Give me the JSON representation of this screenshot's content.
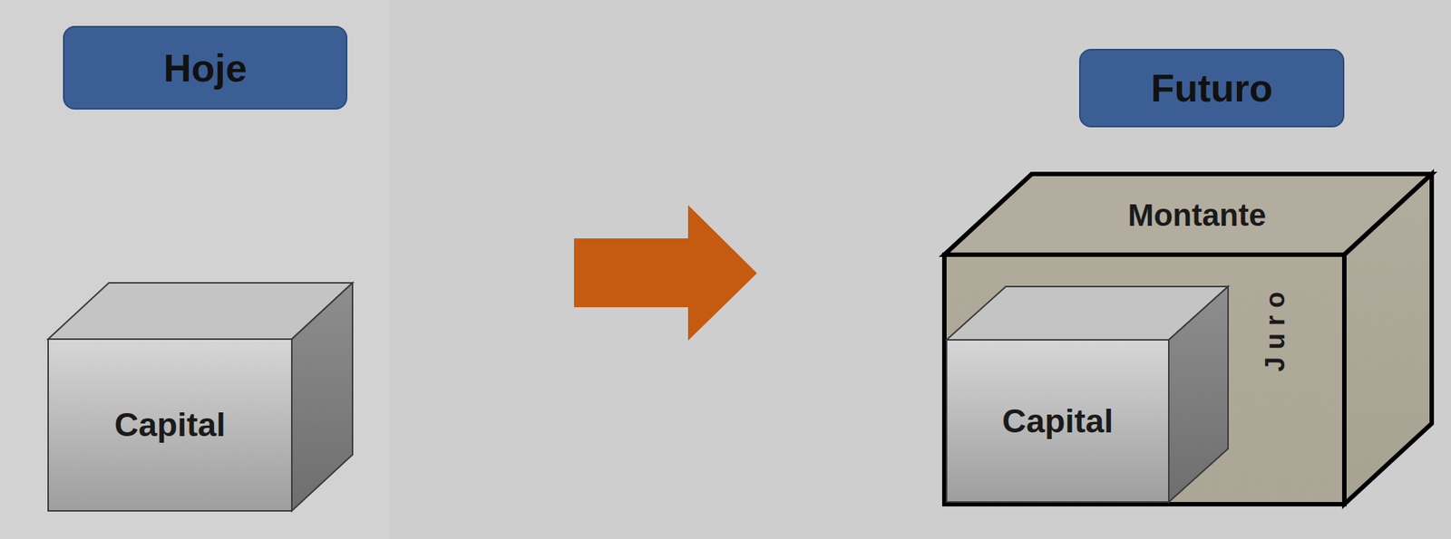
{
  "diagram": {
    "nodes": [
      {
        "text": [
          "Hoje"
        ]
      },
      {
        "text": [
          "Capital"
        ]
      },
      {
        "text": [
          "Futuro"
        ]
      },
      {
        "text": [
          "Montante",
          "Juro"
        ]
      },
      {
        "text": [
          "Capital"
        ],
        "in": 3
      }
    ]
  }
}
